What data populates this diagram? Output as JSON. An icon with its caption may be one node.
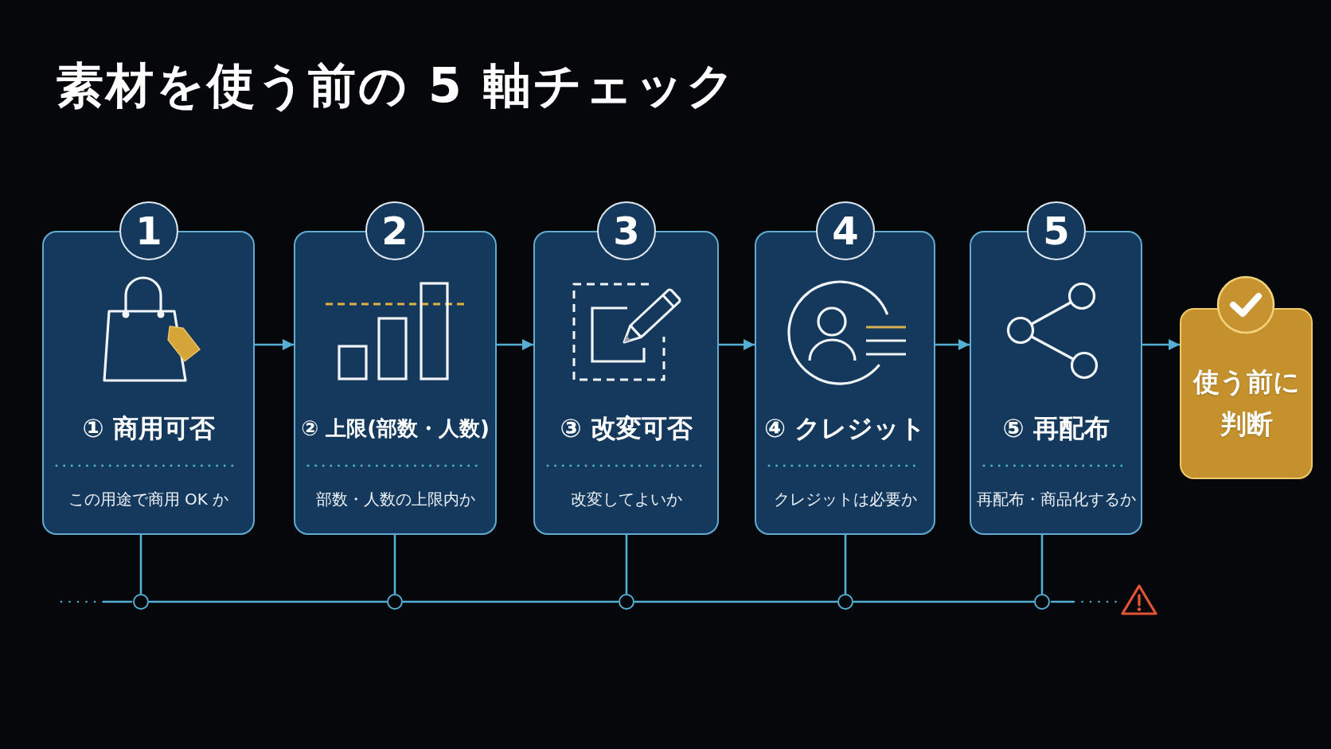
{
  "diagram": {
    "title": "素材を使う前の 5 軸チェック",
    "nodes": [
      {
        "text": [
          "1"
        ]
      },
      {
        "text": [
          "① 商用可否",
          "この用途で商用 OK か"
        ]
      },
      {
        "text": [
          "2"
        ]
      },
      {
        "text": [
          "② 上限(部数・人数)",
          "部数・人数の上限内か"
        ]
      },
      {
        "text": [
          "3"
        ]
      },
      {
        "text": [
          "③ 改変可否",
          "改変してよいか"
        ]
      },
      {
        "text": [
          "4"
        ]
      },
      {
        "text": [
          "④ クレジット",
          "クレジットは必要か"
        ]
      },
      {
        "text": [
          "5"
        ]
      },
      {
        "text": [
          "⑤ 再配布",
          "再配布・商品化するか"
        ]
      },
      {
        "text": [
          "使う前に判断"
        ]
      },
      {
        "text": [],
        "shape": "circle"
      },
      {
        "text": [],
        "shape": "circle"
      },
      {
        "text": [],
        "shape": "circle"
      },
      {
        "text": [],
        "shape": "circle"
      },
      {
        "text": [],
        "shape": "circle"
      },
      {
        "text": [],
        "shape": "triangle"
      }
    ],
    "edges": [
      {
        "from": 1,
        "to": 3,
        "arrow": "to"
      },
      {
        "from": 3,
        "to": 5,
        "arrow": "to"
      },
      {
        "from": 5,
        "to": 7,
        "arrow": "to"
      },
      {
        "from": 7,
        "to": 9,
        "arrow": "to"
      },
      {
        "from": 9,
        "to": 10,
        "arrow": "to"
      },
      {
        "from": 1,
        "to": 11,
        "arrow": "none"
      },
      {
        "from": 3,
        "to": 12,
        "arrow": "none"
      },
      {
        "from": 5,
        "to": 13,
        "arrow": "none"
      },
      {
        "from": 7,
        "to": 14,
        "arrow": "none"
      },
      {
        "from": 9,
        "to": 15,
        "arrow": "none"
      },
      {
        "from": 11,
        "to": 12,
        "arrow": "none"
      },
      {
        "from": 12,
        "to": 13,
        "arrow": "none"
      },
      {
        "from": 13,
        "to": 14,
        "arrow": "none"
      },
      {
        "from": 14,
        "to": 15,
        "arrow": "none"
      },
      {
        "from": null,
        "to": 11,
        "arrow": "none",
        "style": "dashed"
      },
      {
        "from": 15,
        "to": 16,
        "arrow": "none",
        "style": "dashed"
      }
    ]
  }
}
